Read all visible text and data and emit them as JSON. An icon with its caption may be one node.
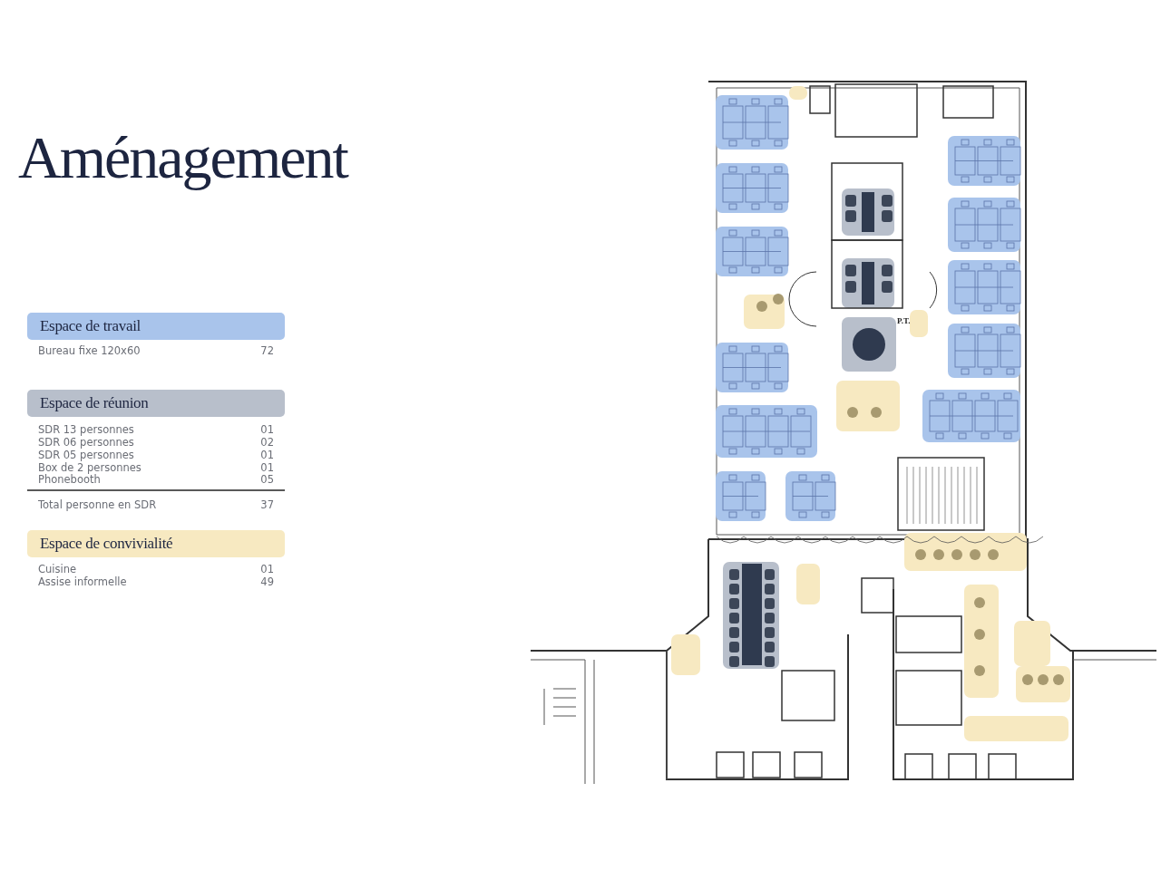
{
  "diagram": {
    "title": "Aménagement",
    "labels": [
      "Bureau fixe 120x60",
      "72",
      "SDR 13 personnes",
      "01",
      "SDR 06 personnes",
      "02",
      "SDR 05 personnes",
      "01",
      "Box de 2 personnes",
      "01",
      "Phonebooth",
      "05",
      "Total personne en SDR",
      "37",
      "Cuisine",
      "01",
      "Assise informelle",
      "49",
      "P.T."
    ],
    "legend": [
      {
        "text": "Espace de travail",
        "color": "#a9c4eb"
      },
      {
        "text": "Espace de réunion",
        "color": "#b8bfcb"
      },
      {
        "text": "Espace de convivialité",
        "color": "#f7e9c1"
      }
    ]
  }
}
